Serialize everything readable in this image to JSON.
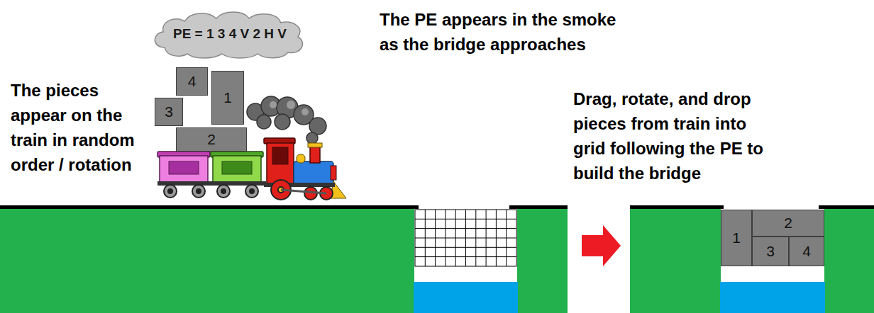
{
  "diagram": {
    "nodes": [
      {
        "text": [
          "PE = 1 3 4 V 2 H V"
        ]
      },
      {
        "text": [
          "4"
        ]
      },
      {
        "text": [
          "1"
        ]
      },
      {
        "text": [
          "3"
        ]
      },
      {
        "text": [
          "2"
        ]
      },
      {
        "text": [
          "1"
        ]
      },
      {
        "text": [
          "2"
        ]
      },
      {
        "text": [
          "3"
        ]
      },
      {
        "text": [
          "4"
        ]
      }
    ],
    "labels": [
      "The PE appears in the smoke as the bridge approaches",
      "The pieces appear on the train in random order / rotation",
      "Drag, rotate, and drop pieces from train into grid following the PE to build the bridge"
    ]
  }
}
